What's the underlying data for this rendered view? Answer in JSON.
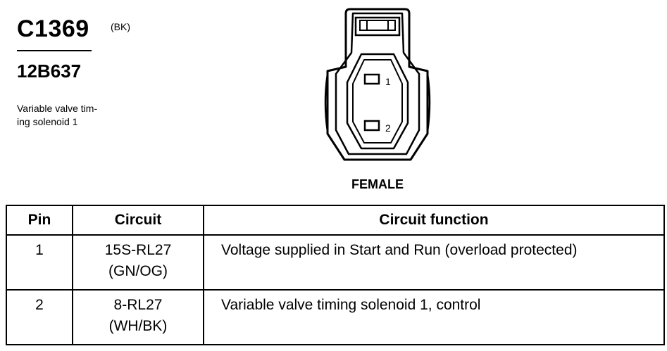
{
  "header": {
    "connector_id": "C1369",
    "connector_color": "(BK)",
    "part_number": "12B637",
    "description": "Variable valve tim- ing solenoid 1"
  },
  "connector": {
    "pin_labels": [
      "1",
      "2"
    ],
    "gender": "FEMALE"
  },
  "table": {
    "headers": [
      "Pin",
      "Circuit",
      "Circuit function"
    ],
    "rows": [
      {
        "pin": "1",
        "circuit": "15S-RL27",
        "wire_color": "(GN/OG)",
        "function": "Voltage supplied in Start and Run (overload protected)"
      },
      {
        "pin": "2",
        "circuit": "8-RL27",
        "wire_color": "(WH/BK)",
        "function": "Variable valve timing solenoid 1, control"
      }
    ]
  }
}
